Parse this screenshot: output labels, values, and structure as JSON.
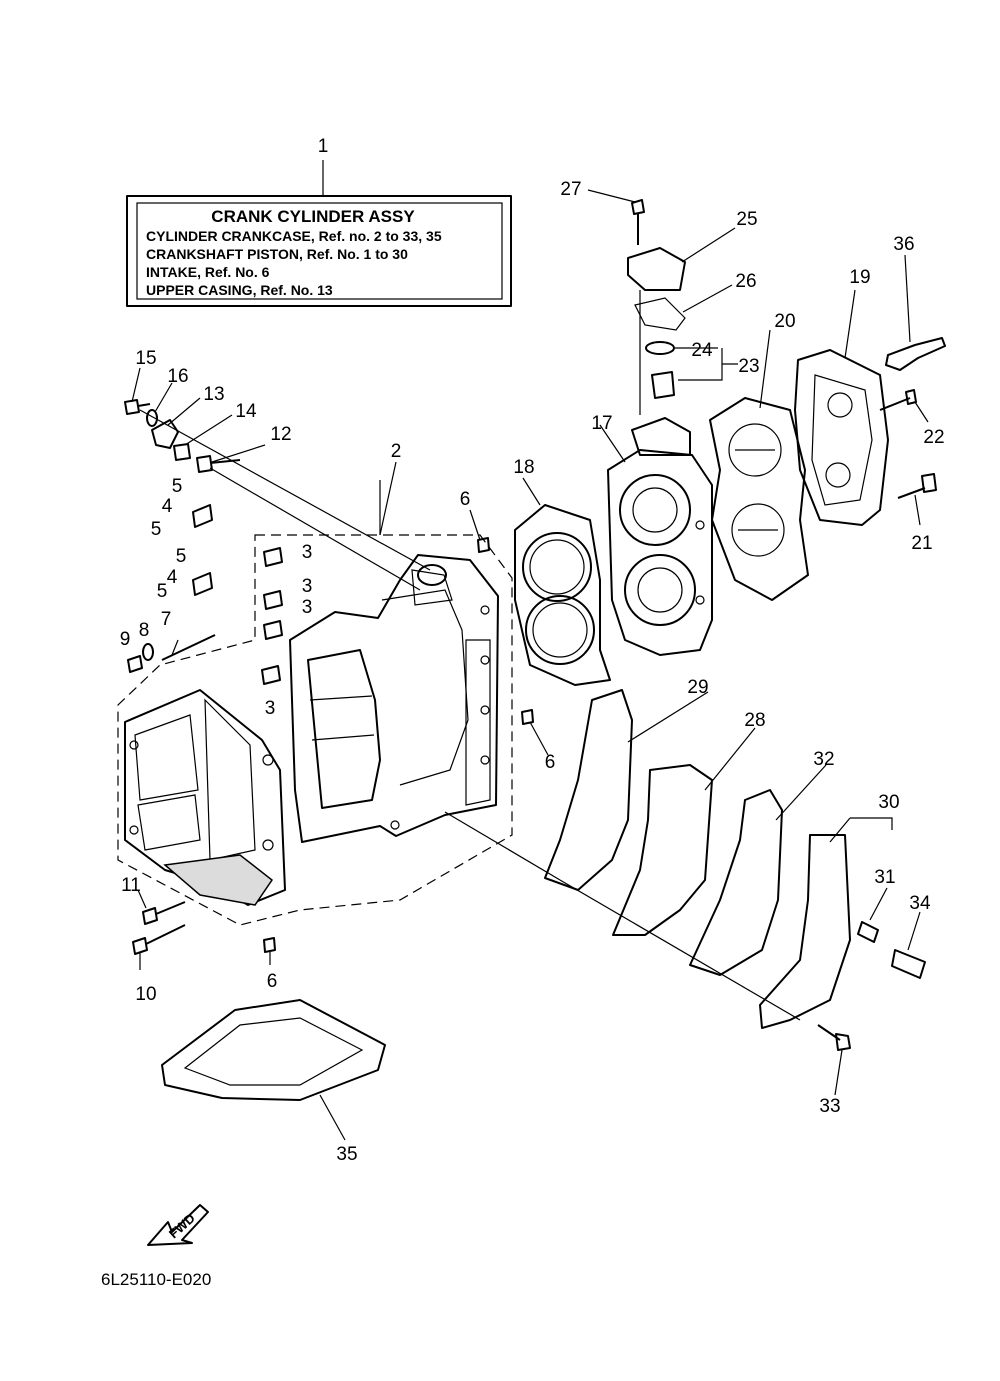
{
  "assembly_box": {
    "title": "CRANK CYLINDER ASSY",
    "lines": [
      "CYLINDER CRANKCASE,  Ref. no. 2 to 33, 35",
      "CRANKSHAFT PISTON,  Ref. No. 1 to 30",
      "INTAKE,  Ref.  No.  6",
      "UPPER CASING,  Ref.  No.  13"
    ]
  },
  "callouts": {
    "c1": "1",
    "c2": "2",
    "c3a": "3",
    "c3b": "3",
    "c3c": "3",
    "c3d": "3",
    "c4a": "4",
    "c4b": "4",
    "c5a": "5",
    "c5b": "5",
    "c5c": "5",
    "c5d": "5",
    "c6a": "6",
    "c6b": "6",
    "c6c": "6",
    "c7": "7",
    "c8": "8",
    "c9": "9",
    "c10": "10",
    "c11": "11",
    "c12": "12",
    "c13": "13",
    "c14": "14",
    "c15": "15",
    "c16": "16",
    "c17": "17",
    "c18": "18",
    "c19": "19",
    "c20": "20",
    "c21": "21",
    "c22": "22",
    "c23": "23",
    "c24": "24",
    "c25": "25",
    "c26": "26",
    "c27": "27",
    "c28": "28",
    "c29": "29",
    "c30": "30",
    "c31": "31",
    "c32": "32",
    "c33": "33",
    "c34": "34",
    "c35": "35",
    "c36": "36"
  },
  "fwd_label": "FWD",
  "diagram_code": "6L25110-E020"
}
